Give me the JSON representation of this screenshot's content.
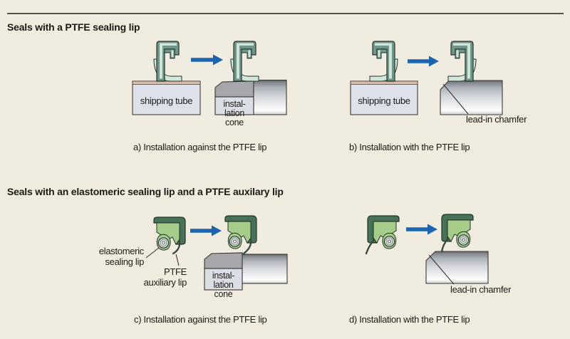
{
  "figure": {
    "sections": [
      {
        "heading": "Seals with a PTFE sealing lip",
        "diagrams": [
          {
            "caption": "a) Installation against the PTFE lip",
            "tube_label": "shipping tube",
            "cone_label": [
              "instal-",
              "lation",
              "cone"
            ]
          },
          {
            "caption": "b) Installation with the PTFE lip",
            "tube_label": "shipping tube",
            "chamfer_label": "lead-in chamfer"
          }
        ]
      },
      {
        "heading": "Seals with an elastomeric sealing lip and a PTFE auxilary lip",
        "diagrams": [
          {
            "caption": "c) Installation against the PTFE lip",
            "lip_label": [
              "elastomeric",
              "sealing lip"
            ],
            "aux_label": [
              "PTFE",
              "auxiliary lip"
            ],
            "cone_label": [
              "instal-",
              "lation",
              "cone"
            ]
          },
          {
            "caption": "d) Installation with the PTFE lip",
            "chamfer_label": "lead-in chamfer"
          }
        ]
      }
    ],
    "colors": {
      "background": "#f0ecdf",
      "arrow_blue": "#1c64ae",
      "ptfe_seal_case": "#70968a",
      "ptfe_membrane": "#d2e6dc",
      "elastomer_seal_case": "#477257",
      "elastomer_body": "#a5cc88",
      "tube_fill": "#dee1e9",
      "tube_strip": "#d9bba8",
      "cone_band": "#a6a6ab",
      "cone_body": "#dcdee6"
    }
  }
}
